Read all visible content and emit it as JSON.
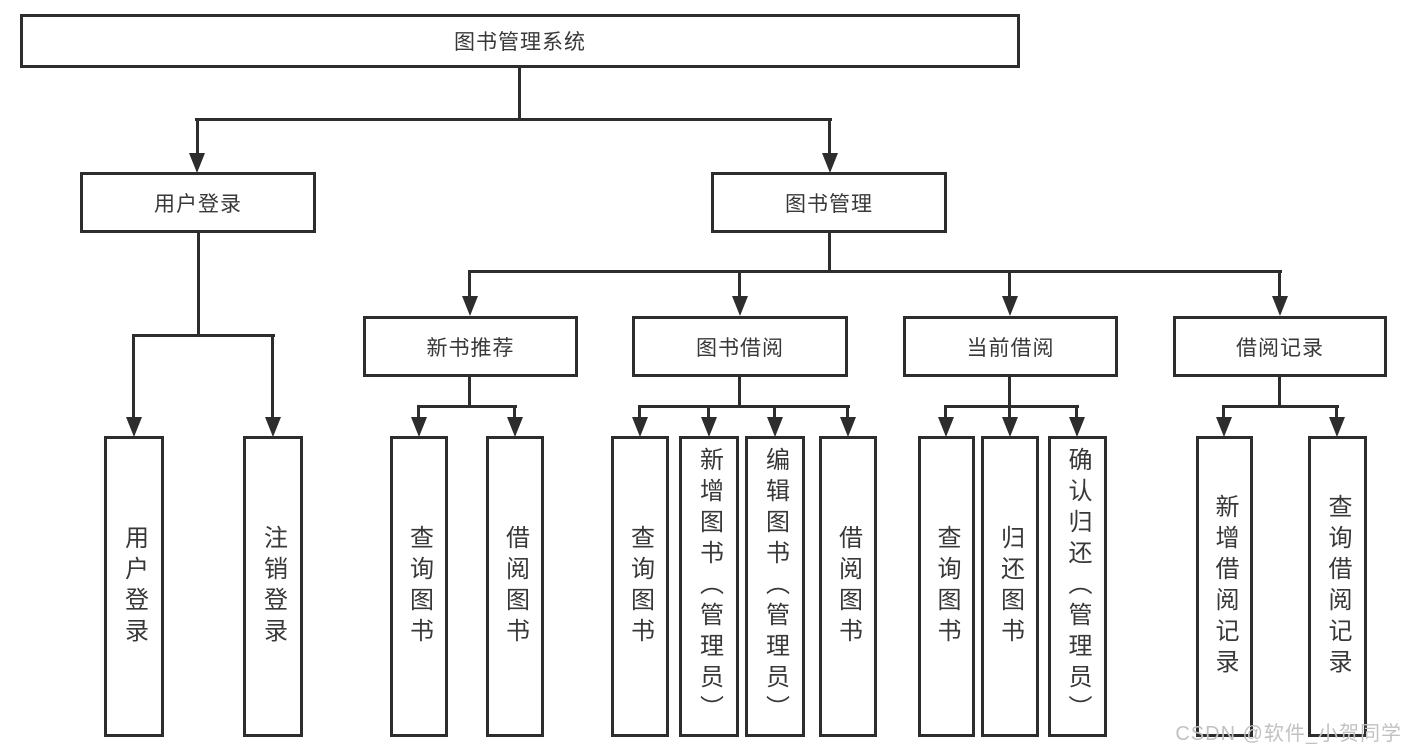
{
  "diagram": {
    "root": {
      "label": "图书管理系统"
    },
    "level2": [
      {
        "label": "用户登录"
      },
      {
        "label": "图书管理"
      }
    ],
    "level3": [
      {
        "label": "新书推荐"
      },
      {
        "label": "图书借阅"
      },
      {
        "label": "当前借阅"
      },
      {
        "label": "借阅记录"
      }
    ],
    "leaves": [
      {
        "label": "用户登录"
      },
      {
        "label": "注销登录"
      },
      {
        "label": "查询图书"
      },
      {
        "label": "借阅图书"
      },
      {
        "label": "查询图书"
      },
      {
        "label": "新增图书（管理员）"
      },
      {
        "label": "编辑图书（管理员）"
      },
      {
        "label": "借阅图书"
      },
      {
        "label": "查询图书"
      },
      {
        "label": "归还图书"
      },
      {
        "label": "确认归还（管理员）"
      },
      {
        "label": "新增借阅记录"
      },
      {
        "label": "查询借阅记录"
      }
    ]
  },
  "watermark": {
    "text": "CSDN @软件_小贺同学"
  },
  "colors": {
    "line": "#2d2d2d",
    "border": "#2d2d2d",
    "text": "#383838",
    "watermark": "#c2c2c2",
    "background": "#ffffff"
  }
}
